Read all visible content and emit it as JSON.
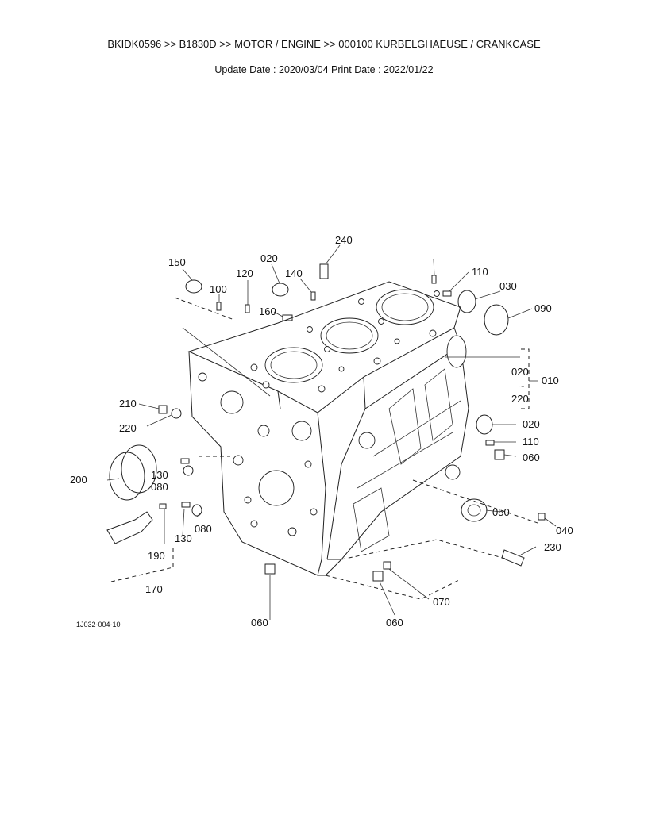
{
  "header": {
    "title": "BKIDK0596 >> B1830D >> MOTOR / ENGINE >> 000100   KURBELGHAEUSE / CRANKCASE",
    "dates": "Update Date : 2020/03/04   Print Date : 2022/01/22"
  },
  "figure": {
    "code": "1J032-004-10",
    "callouts": [
      "240",
      "150",
      "020",
      "140",
      "120",
      "110",
      "030",
      "090",
      "100",
      "160",
      "020",
      "010",
      "220",
      "210",
      "220",
      "020",
      "110",
      "060",
      "130",
      "080",
      "200",
      "050",
      "040",
      "130",
      "080",
      "190",
      "230",
      "170",
      "070",
      "060",
      "060"
    ],
    "range_tilde": "~"
  }
}
